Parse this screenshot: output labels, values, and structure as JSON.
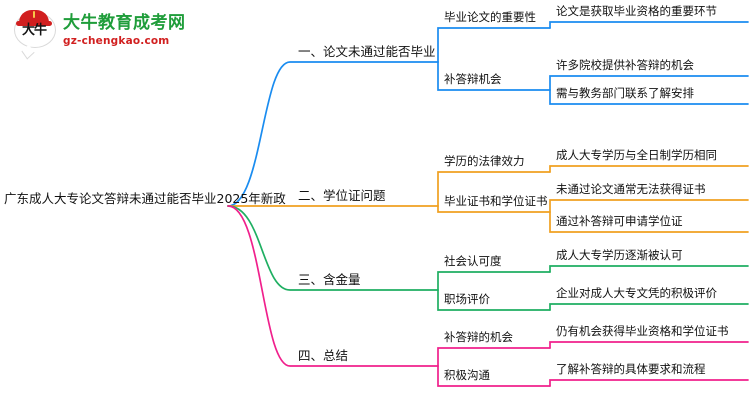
{
  "logo": {
    "mark_text": "大牛",
    "title": "大牛教育成考网",
    "url": "gz-chengkao.com",
    "title_color": "#1f9d3a",
    "url_color": "#d11f1f",
    "cap_color": "#d11f1f"
  },
  "mindmap": {
    "root": "广东成人大专论文答辩未通过能否毕业2025年新政",
    "branch_colors": [
      "#1a8cf0",
      "#f0a020",
      "#1faf62",
      "#f0208c"
    ],
    "branches": [
      {
        "label": "一、论文未通过能否毕业",
        "color": "#1a8cf0",
        "children": [
          {
            "label": "毕业论文的重要性",
            "leaves": [
              "论文是获取毕业资格的重要环节"
            ]
          },
          {
            "label": "补答辩机会",
            "leaves": [
              "许多院校提供补答辩的机会",
              "需与教务部门联系了解安排"
            ]
          }
        ]
      },
      {
        "label": "二、学位证问题",
        "color": "#f0a020",
        "children": [
          {
            "label": "学历的法律效力",
            "leaves": [
              "成人大专学历与全日制学历相同"
            ]
          },
          {
            "label": "毕业证书和学位证书",
            "leaves": [
              "未通过论文通常无法获得证书",
              "通过补答辩可申请学位证"
            ]
          }
        ]
      },
      {
        "label": "三、含金量",
        "color": "#1faf62",
        "children": [
          {
            "label": "社会认可度",
            "leaves": [
              "成人大专学历逐渐被认可"
            ]
          },
          {
            "label": "职场评价",
            "leaves": [
              "企业对成人大专文凭的积极评价"
            ]
          }
        ]
      },
      {
        "label": "四、总结",
        "color": "#f0208c",
        "children": [
          {
            "label": "补答辩的机会",
            "leaves": [
              "仍有机会获得毕业资格和学位证书"
            ]
          },
          {
            "label": "积极沟通",
            "leaves": [
              "了解补答辩的具体要求和流程"
            ]
          }
        ]
      }
    ]
  }
}
